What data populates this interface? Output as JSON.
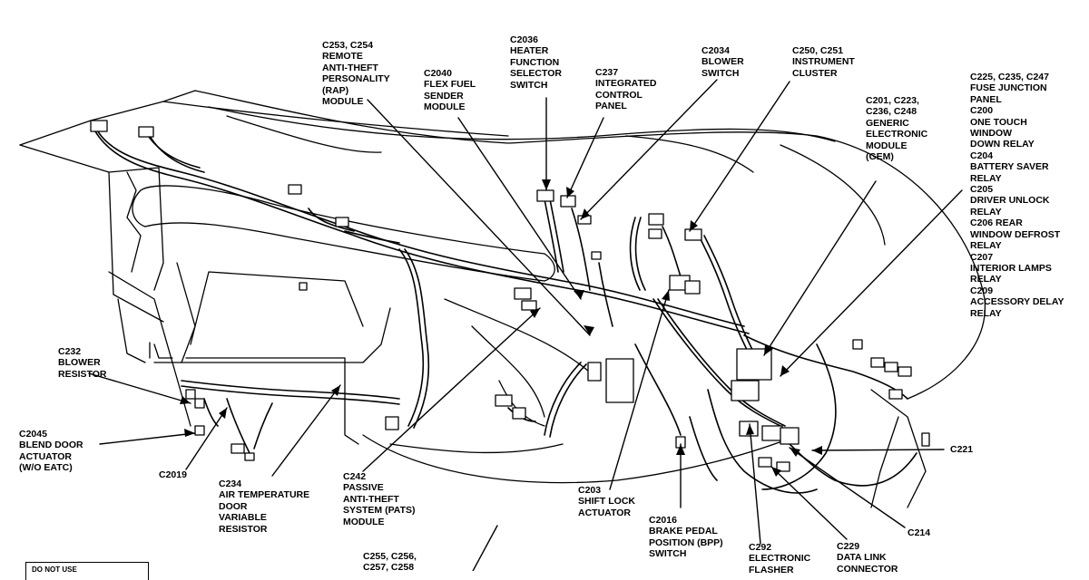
{
  "callouts": [
    {
      "id": "c253",
      "text": "C253, C254\nREMOTE\nANTI-THEFT\nPERSONALITY\n(RAP)\nMODULE"
    },
    {
      "id": "c2040",
      "text": "C2040\nFLEX FUEL\nSENDER\nMODULE"
    },
    {
      "id": "c2036",
      "text": "C2036\nHEATER\nFUNCTION\nSELECTOR\nSWITCH"
    },
    {
      "id": "c237",
      "text": "C237\nINTEGRATED\nCONTROL\nPANEL"
    },
    {
      "id": "c2034",
      "text": "C2034\nBLOWER\nSWITCH"
    },
    {
      "id": "c250",
      "text": "C250, C251\nINSTRUMENT\nCLUSTER"
    },
    {
      "id": "c201",
      "text": "C201, C223,\nC236, C248\nGENERIC\nELECTRONIC\nMODULE\n(GEM)"
    },
    {
      "id": "c225",
      "text": "C225, C235, C247\nFUSE JUNCTION\nPANEL\nC200\nONE TOUCH\nWINDOW\nDOWN RELAY\nC204\nBATTERY SAVER\nRELAY\nC205\nDRIVER UNLOCK\nRELAY\nC206 REAR\nWINDOW DEFROST\nRELAY\nC207\nINTERIOR LAMPS\nRELAY\nC209\nACCESSORY DELAY\nRELAY"
    },
    {
      "id": "c232",
      "text": "C232\nBLOWER\nRESISTOR"
    },
    {
      "id": "c2045",
      "text": "C2045\nBLEND DOOR\nACTUATOR\n(W/O EATC)"
    },
    {
      "id": "c2019",
      "text": "C2019"
    },
    {
      "id": "c234",
      "text": "C234\nAIR TEMPERATURE\nDOOR\nVARIABLE\nRESISTOR"
    },
    {
      "id": "c242",
      "text": "C242\nPASSIVE\nANTI-THEFT\nSYSTEM (PATS)\nMODULE"
    },
    {
      "id": "c203",
      "text": "C203\nSHIFT LOCK\nACTUATOR"
    },
    {
      "id": "c2016",
      "text": "C2016\nBRAKE PEDAL\nPOSITION (BPP)\nSWITCH"
    },
    {
      "id": "c292",
      "text": "C292\nELECTRONIC\nFLASHER"
    },
    {
      "id": "c229",
      "text": "C229\nDATA LINK\nCONNECTOR"
    },
    {
      "id": "c214",
      "text": "C214"
    },
    {
      "id": "c221",
      "text": "C221"
    },
    {
      "id": "c255",
      "text": "C255, C256,\nC257, C258"
    }
  ],
  "note": "DO NOT USE"
}
